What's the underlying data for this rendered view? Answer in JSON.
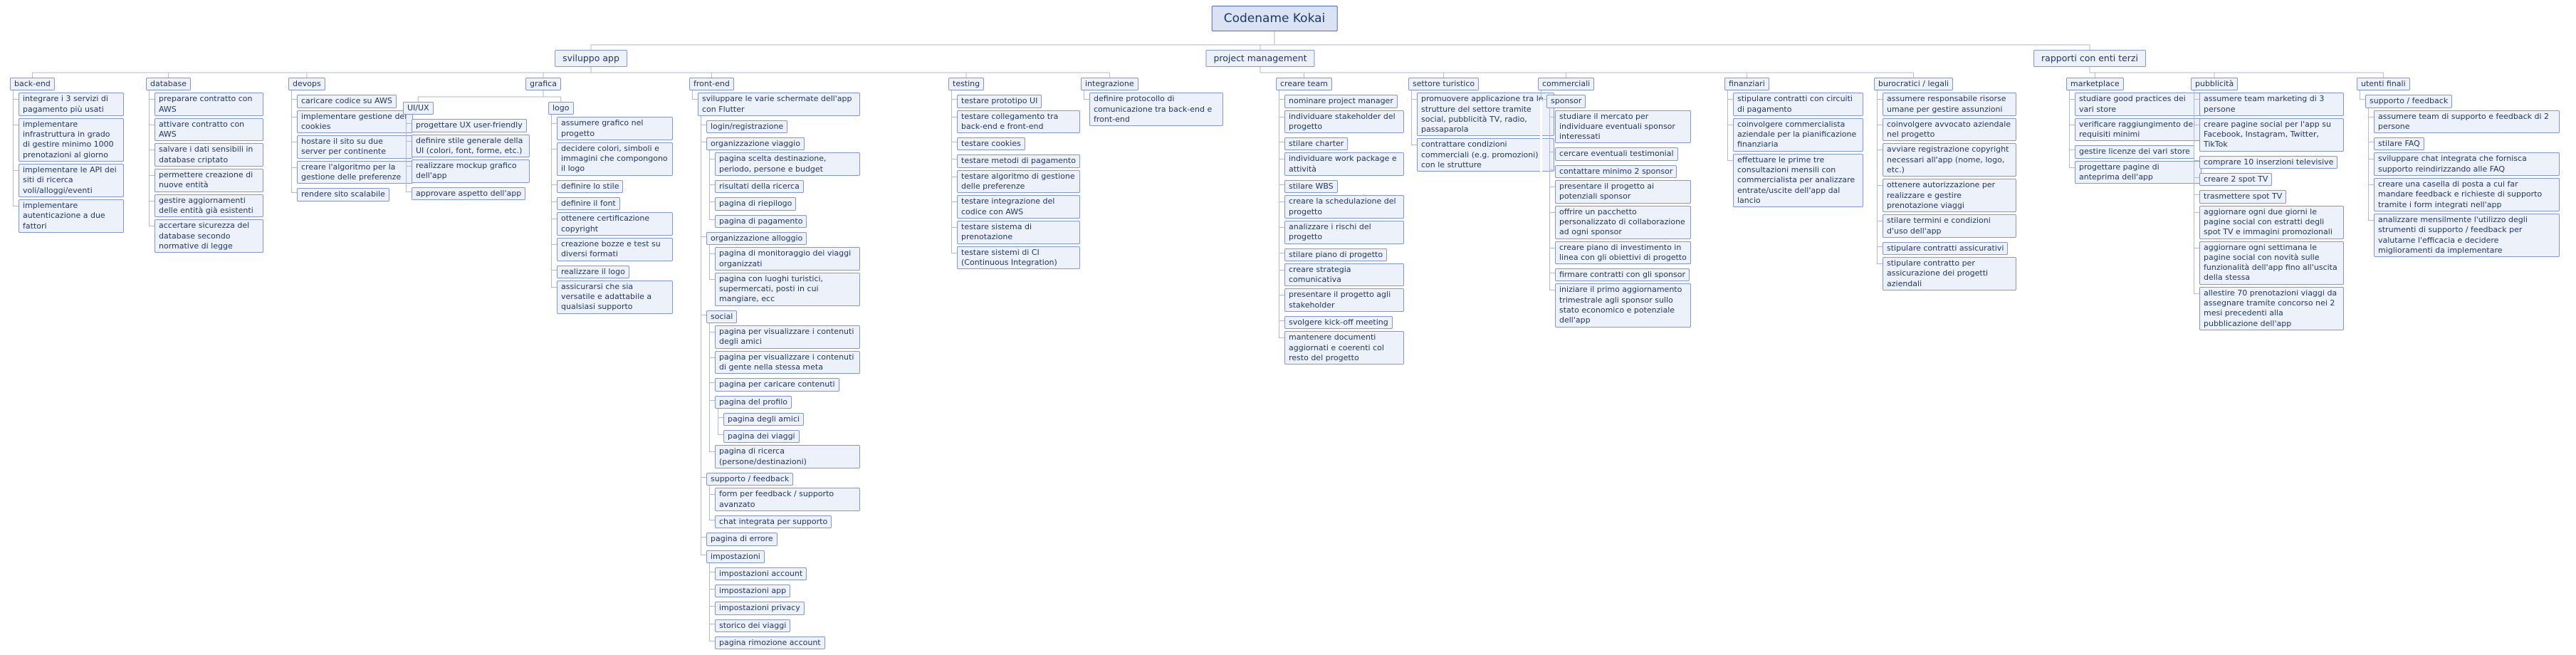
{
  "root": {
    "label": "Codename Kokai"
  },
  "branches": {
    "sviluppo": {
      "label": "sviluppo app"
    },
    "pm": {
      "label": "project management"
    },
    "enti": {
      "label": "rapporti con enti terzi"
    }
  },
  "columns": {
    "backend": {
      "label": "back-end",
      "items": [
        "integrare i 3 servizi di pagamento più usati",
        "implementare infrastruttura in grado di gestire minimo 1000 prenotazioni al giorno",
        "implementare le API dei siti di ricerca voli/alloggi/eventi",
        "implementare autenticazione a due fattori"
      ]
    },
    "database": {
      "label": "database",
      "items": [
        "preparare contratto con AWS",
        "attivare contratto con AWS",
        "salvare i dati sensibili in database criptato",
        "permettere creazione di nuove entità",
        "gestire aggiornamenti delle entità già esistenti",
        "accertare sicurezza del database secondo normative di legge"
      ]
    },
    "devops": {
      "label": "devops",
      "items": [
        "caricare codice su AWS",
        "implementare gestione dei cookies",
        "hostare il sito su due server per continente",
        "creare l'algoritmo per la gestione delle preferenze",
        "rendere sito scalabile"
      ]
    },
    "grafica": {
      "label": "grafica"
    },
    "uiux": {
      "label": "UI/UX",
      "items": [
        "progettare UX user-friendly",
        "definire stile generale della UI (colori, font, forme, etc.)",
        "realizzare mockup grafico dell'app",
        "approvare aspetto dell'app"
      ]
    },
    "logo": {
      "label": "logo",
      "items": [
        "assumere grafico nel progetto",
        "decidere colori, simboli e immagini che compongono il logo",
        "definire lo stile",
        "definire il font",
        "ottenere certificazione copyright",
        "creazione bozze e test su diversi formati",
        "realizzare il logo",
        "assicurarsi che sia versatile e adattabile a qualsiasi supporto"
      ]
    },
    "frontend": {
      "label": "front-end",
      "items": [
        {
          "label": "sviluppare le varie schermate dell'app con Flutter",
          "children": [
            "login/registrazione",
            {
              "label": "organizzazione viaggio",
              "children": [
                "pagina scelta destinazione, periodo, persone e budget",
                "risultati della ricerca",
                "pagina di riepilogo",
                "pagina di pagamento"
              ]
            },
            {
              "label": "organizzazione alloggio",
              "children": [
                "pagina di monitoraggio dei viaggi organizzati",
                "pagina con luoghi turistici, supermercati, posti in cui mangiare, ecc"
              ]
            },
            {
              "label": "social",
              "children": [
                "pagina per visualizzare i contenuti degli amici",
                "pagina per visualizzare i contenuti di gente nella stessa meta",
                "pagina per caricare contenuti",
                {
                  "label": "pagina del profilo",
                  "children": [
                    "pagina degli amici",
                    "pagina dei viaggi"
                  ]
                },
                "pagina di ricerca (persone/destinazioni)"
              ]
            },
            {
              "label": "supporto / feedback",
              "children": [
                "form per feedback / supporto avanzato",
                "chat integrata per supporto"
              ]
            },
            "pagina di errore",
            {
              "label": "impostazioni",
              "children": [
                "impostazioni account",
                "impostazioni app",
                "impostazioni privacy",
                "storico dei viaggi",
                "pagina rimozione account"
              ]
            }
          ]
        }
      ]
    },
    "testing": {
      "label": "testing",
      "items": [
        "testare prototipo UI",
        "testare collegamento tra back-end e front-end",
        "testare cookies",
        "testare metodi di pagamento",
        "testare algoritmo di gestione delle preferenze",
        "testare integrazione del codice con AWS",
        "testare sistema di prenotazione",
        "testare sistemi di CI (Continuous Integration)"
      ]
    },
    "integrazione": {
      "label": "integrazione",
      "items": [
        "definire protocollo di comunicazione tra back-end e front-end"
      ]
    },
    "team": {
      "label": "creare team",
      "items": [
        "nominare project manager",
        "individuare stakeholder del progetto",
        "stilare charter",
        "individuare work package e attività",
        "stilare WBS",
        "creare la schedulazione del progetto",
        "analizzare i rischi del progetto",
        "stilare piano di progetto",
        "creare strategia comunicativa",
        "presentare il progetto agli stakeholder",
        "svolgere kick-off meeting",
        "mantenere documenti aggiornati e coerenti col resto del progetto"
      ]
    },
    "turistico": {
      "label": "settore turistico",
      "items": [
        "promuovere applicazione tra le strutture del settore tramite social, pubblicità TV, radio, passaparola",
        "contrattare condizioni commerciali (e.g. promozioni) con le strutture"
      ]
    },
    "commerciali": {
      "label": "commerciali",
      "items": [
        {
          "label": "sponsor",
          "children": [
            "studiare il mercato per individuare eventuali sponsor interessati",
            "cercare eventuali testimonial",
            "contattare minimo 2 sponsor",
            "presentare il progetto ai potenziali sponsor",
            "offrire un pacchetto personalizzato di collaborazione ad ogni sponsor",
            "creare piano di investimento in linea con gli obiettivi di progetto",
            "firmare contratti con gli sponsor",
            "iniziare il primo aggiornamento trimestrale agli sponsor sullo stato economico e potenziale dell'app"
          ]
        }
      ]
    },
    "finanziari": {
      "label": "finanziari",
      "items": [
        "stipulare contratti con circuiti di pagamento",
        "coinvolgere commercialista aziendale per la pianificazione finanziaria",
        "effettuare le prime tre consultazioni mensili con commercialista per analizzare entrate/uscite dell'app dal lancio"
      ]
    },
    "legali": {
      "label": "burocratici / legali",
      "items": [
        "assumere responsabile risorse umane per gestire assunzioni",
        "coinvolgere avvocato aziendale nel progetto",
        "avviare registrazione copyright necessari all'app (nome, logo, etc.)",
        "ottenere autorizzazione per realizzare e gestire prenotazione viaggi",
        "stilare termini e condizioni d'uso dell'app",
        "stipulare contratti assicurativi",
        "stipulare contratto per assicurazione dei progetti aziendali"
      ]
    },
    "marketplace": {
      "label": "marketplace",
      "items": [
        "studiare good practices dei vari store",
        "verificare raggiungimento dei requisiti minimi",
        "gestire licenze dei vari store",
        "progettare pagine di anteprima dell'app"
      ]
    },
    "pubblicita": {
      "label": "pubblicità",
      "items": [
        "assumere team marketing di 3 persone",
        "creare pagine social per l'app su Facebook, Instagram, Twitter, TikTok",
        "comprare 10 inserzioni televisive",
        "creare 2 spot TV",
        "trasmettere spot TV",
        "aggiornare ogni due giorni le pagine social con estratti degli spot TV e immagini promozionali",
        "aggiornare ogni settimana le pagine social con novità sulle funzionalità dell'app fino all'uscita della stessa",
        "allestire 70 prenotazioni viaggi da assegnare tramite concorso nei 2 mesi precedenti alla pubblicazione dell'app"
      ]
    },
    "utenti": {
      "label": "utenti finali",
      "items": [
        {
          "label": "supporto / feedback",
          "children": [
            "assumere team di supporto e feedback di 2 persone",
            "stilare FAQ",
            "sviluppare chat integrata che fornisca supporto reindirizzando alle FAQ",
            "creare una casella di posta a cui far mandare feedback e richieste di supporto tramite i form integrati nell'app",
            "analizzare mensilmente l'utilizzo degli strumenti di supporto / feedback per valutarne l'efficacia e decidere miglioramenti da implementare"
          ]
        }
      ]
    }
  }
}
